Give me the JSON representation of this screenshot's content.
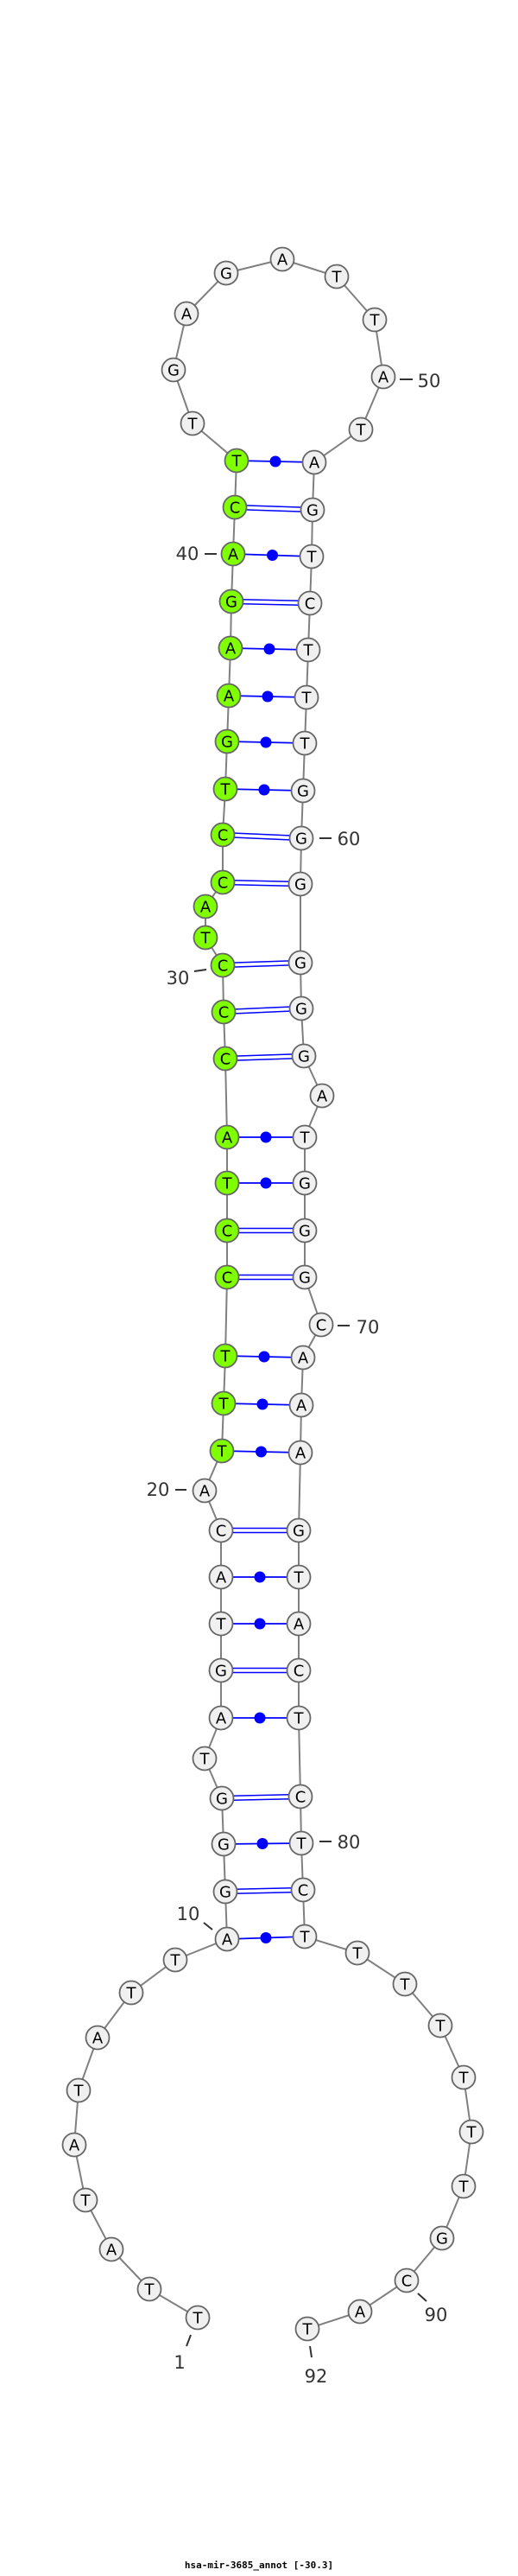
{
  "title": "hsa-mir-3685_annot [-30.3]",
  "sequence": [
    "T",
    "T",
    "A",
    "T",
    "A",
    "T",
    "A",
    "T",
    "T",
    "A",
    "G",
    "G",
    "G",
    "T",
    "A",
    "G",
    "T",
    "A",
    "C",
    "A",
    "T",
    "T",
    "T",
    "C",
    "C",
    "T",
    "A",
    "C",
    "C",
    "C",
    "T",
    "A",
    "C",
    "C",
    "T",
    "G",
    "A",
    "A",
    "G",
    "A",
    "C",
    "T",
    "T",
    "G",
    "A",
    "G",
    "A",
    "T",
    "T",
    "A",
    "T",
    "A",
    "G",
    "T",
    "C",
    "T",
    "T",
    "T",
    "G",
    "G",
    "G",
    "G",
    "G",
    "G",
    "A",
    "T",
    "G",
    "G",
    "G",
    "C",
    "A",
    "A",
    "A",
    "G",
    "T",
    "A",
    "C",
    "T",
    "C",
    "T",
    "C",
    "T",
    "T",
    "T",
    "T",
    "T",
    "T",
    "T",
    "G",
    "C",
    "A",
    "T"
  ],
  "pairs": [
    [
      10,
      82
    ],
    [
      11,
      81
    ],
    [
      12,
      80
    ],
    [
      13,
      79
    ],
    [
      15,
      78
    ],
    [
      16,
      77
    ],
    [
      17,
      76
    ],
    [
      18,
      75
    ],
    [
      19,
      74
    ],
    [
      21,
      73
    ],
    [
      22,
      72
    ],
    [
      23,
      71
    ],
    [
      24,
      69
    ],
    [
      25,
      68
    ],
    [
      26,
      67
    ],
    [
      27,
      66
    ],
    [
      28,
      64
    ],
    [
      29,
      63
    ],
    [
      30,
      62
    ],
    [
      33,
      61
    ],
    [
      34,
      60
    ],
    [
      35,
      59
    ],
    [
      36,
      58
    ],
    [
      37,
      57
    ],
    [
      38,
      56
    ],
    [
      39,
      55
    ],
    [
      40,
      54
    ],
    [
      41,
      53
    ],
    [
      42,
      52
    ]
  ],
  "highlight": {
    "from": 21,
    "to": 42,
    "color": "#7fff00"
  },
  "position_labels": [
    "1",
    "10",
    "20",
    "30",
    "40",
    "50",
    "60",
    "70",
    "80",
    "90",
    "92"
  ],
  "colors": {
    "backbone": "#808080",
    "pair": "#0000ff",
    "node_fill": "#f0f0f0",
    "node_stroke": "#666666"
  }
}
